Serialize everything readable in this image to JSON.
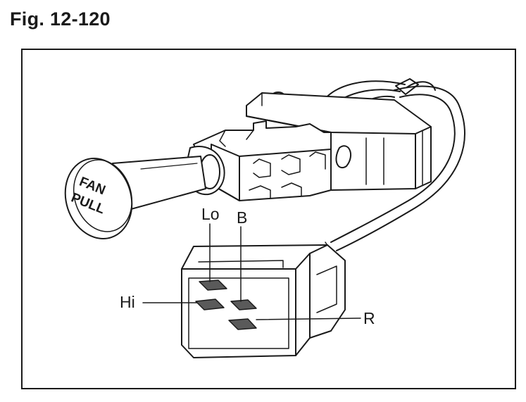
{
  "figure": {
    "title": "Fig. 12-120"
  },
  "knob": {
    "line1": "FAN",
    "line2": "PULL"
  },
  "labels": {
    "lo": "Lo",
    "b": "B",
    "hi": "Hi",
    "r": "R"
  }
}
